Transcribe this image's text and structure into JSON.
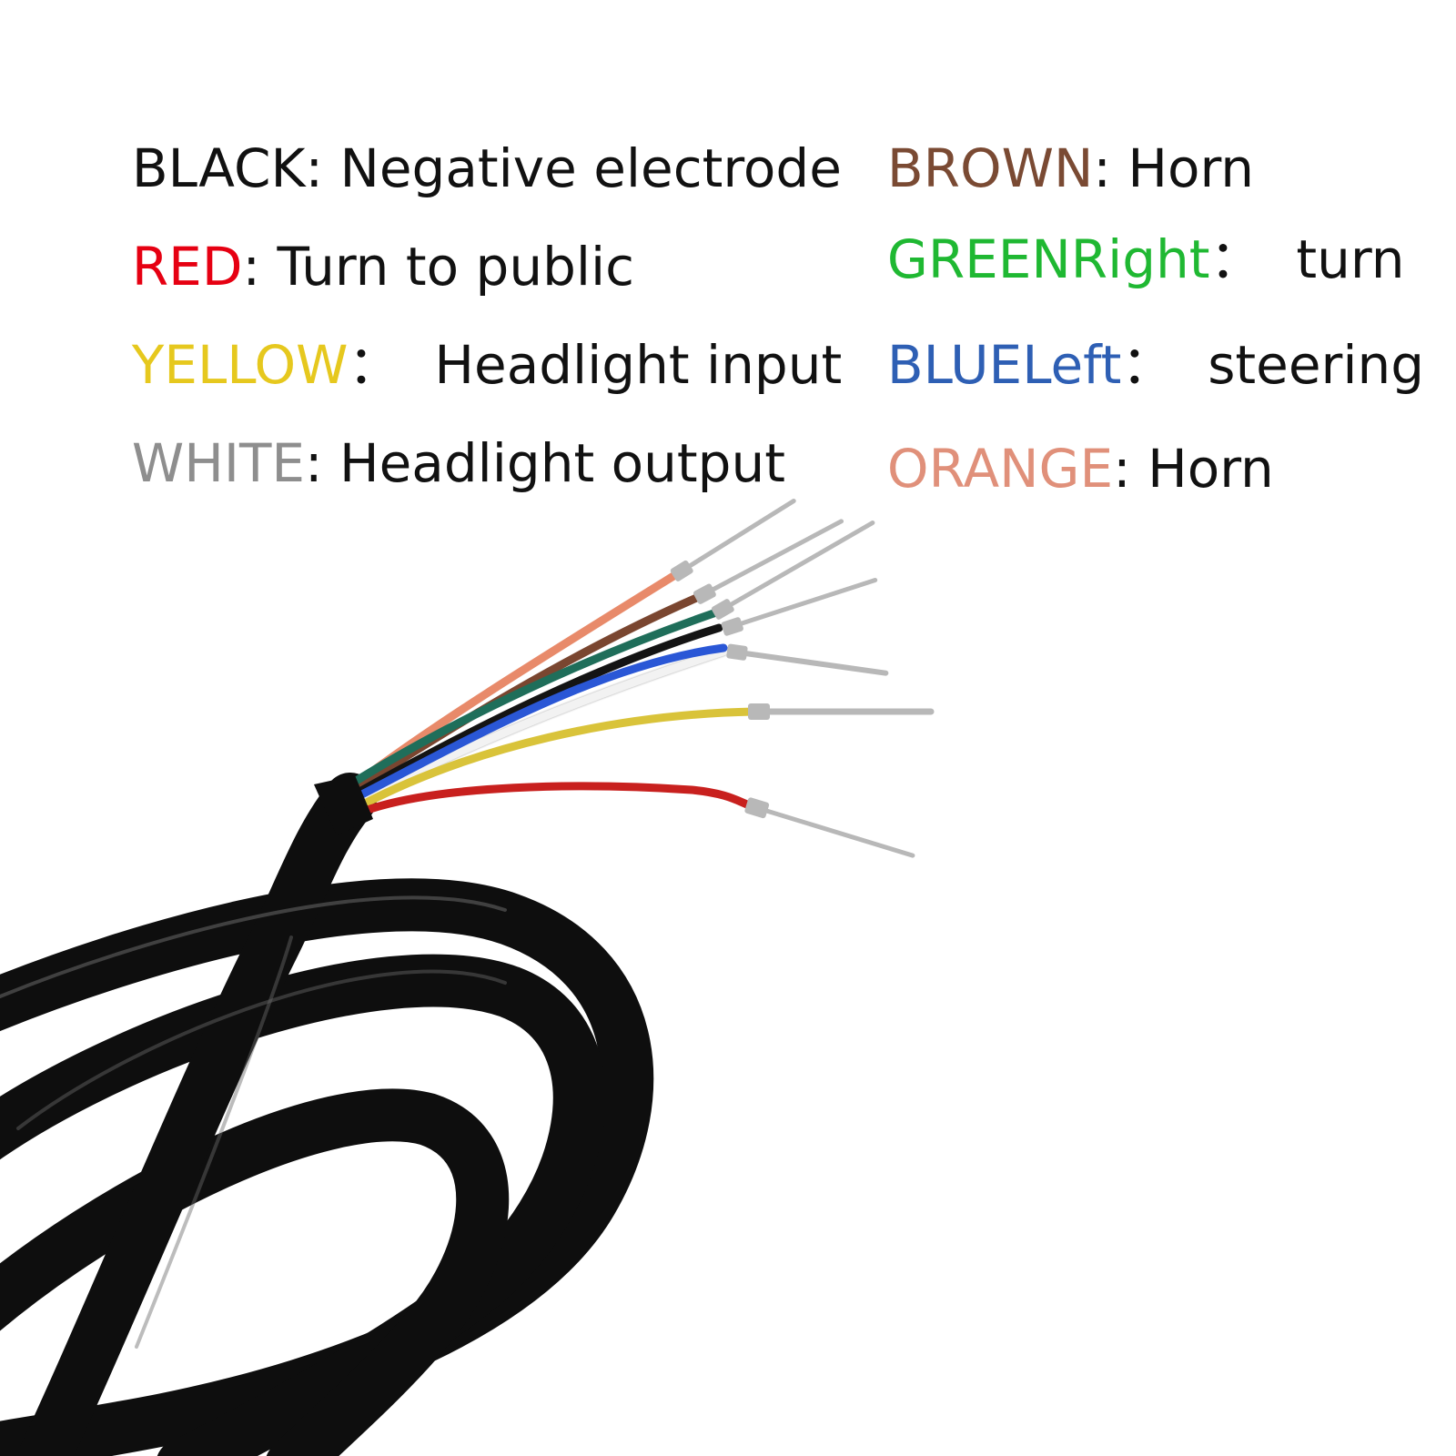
{
  "legend": {
    "left": [
      {
        "color_name": "BLACK",
        "separator": ":",
        "description": " Negative electrode",
        "color": "#111111"
      },
      {
        "color_name": "RED",
        "separator": ":",
        "description": " Turn to public",
        "color": "#e60012"
      },
      {
        "color_name": "YELLOW",
        "separator": "：",
        "description": "  Headlight input",
        "color": "#e6c81e"
      },
      {
        "color_name": "WHITE",
        "separator": ":",
        "description": " Headlight output",
        "color": "#8e8e8e"
      }
    ],
    "right": [
      {
        "color_name": "BROWN",
        "separator": ":",
        "description": " Horn",
        "color": "#7a4a33"
      },
      {
        "color_name": "GREENRight",
        "separator": "：",
        "description": "  turn",
        "color": "#1fb832"
      },
      {
        "color_name": "BLUELeft",
        "separator": "：",
        "description": "  steering",
        "color": "#2e5fb4"
      },
      {
        "color_name": "ORANGE",
        "separator": ":",
        "description": " Horn",
        "color": "#e0907a"
      }
    ]
  },
  "wire_colors": {
    "orange": "#e88a6a",
    "brown": "#7a4630",
    "green": "#1f6e5a",
    "black": "#141414",
    "blue": "#2a57d6",
    "white": "#f2f2f2",
    "yellow": "#d9c33a",
    "red": "#c8201e",
    "sheath": "#0e0e0e",
    "terminal": "#b8b8b8"
  }
}
